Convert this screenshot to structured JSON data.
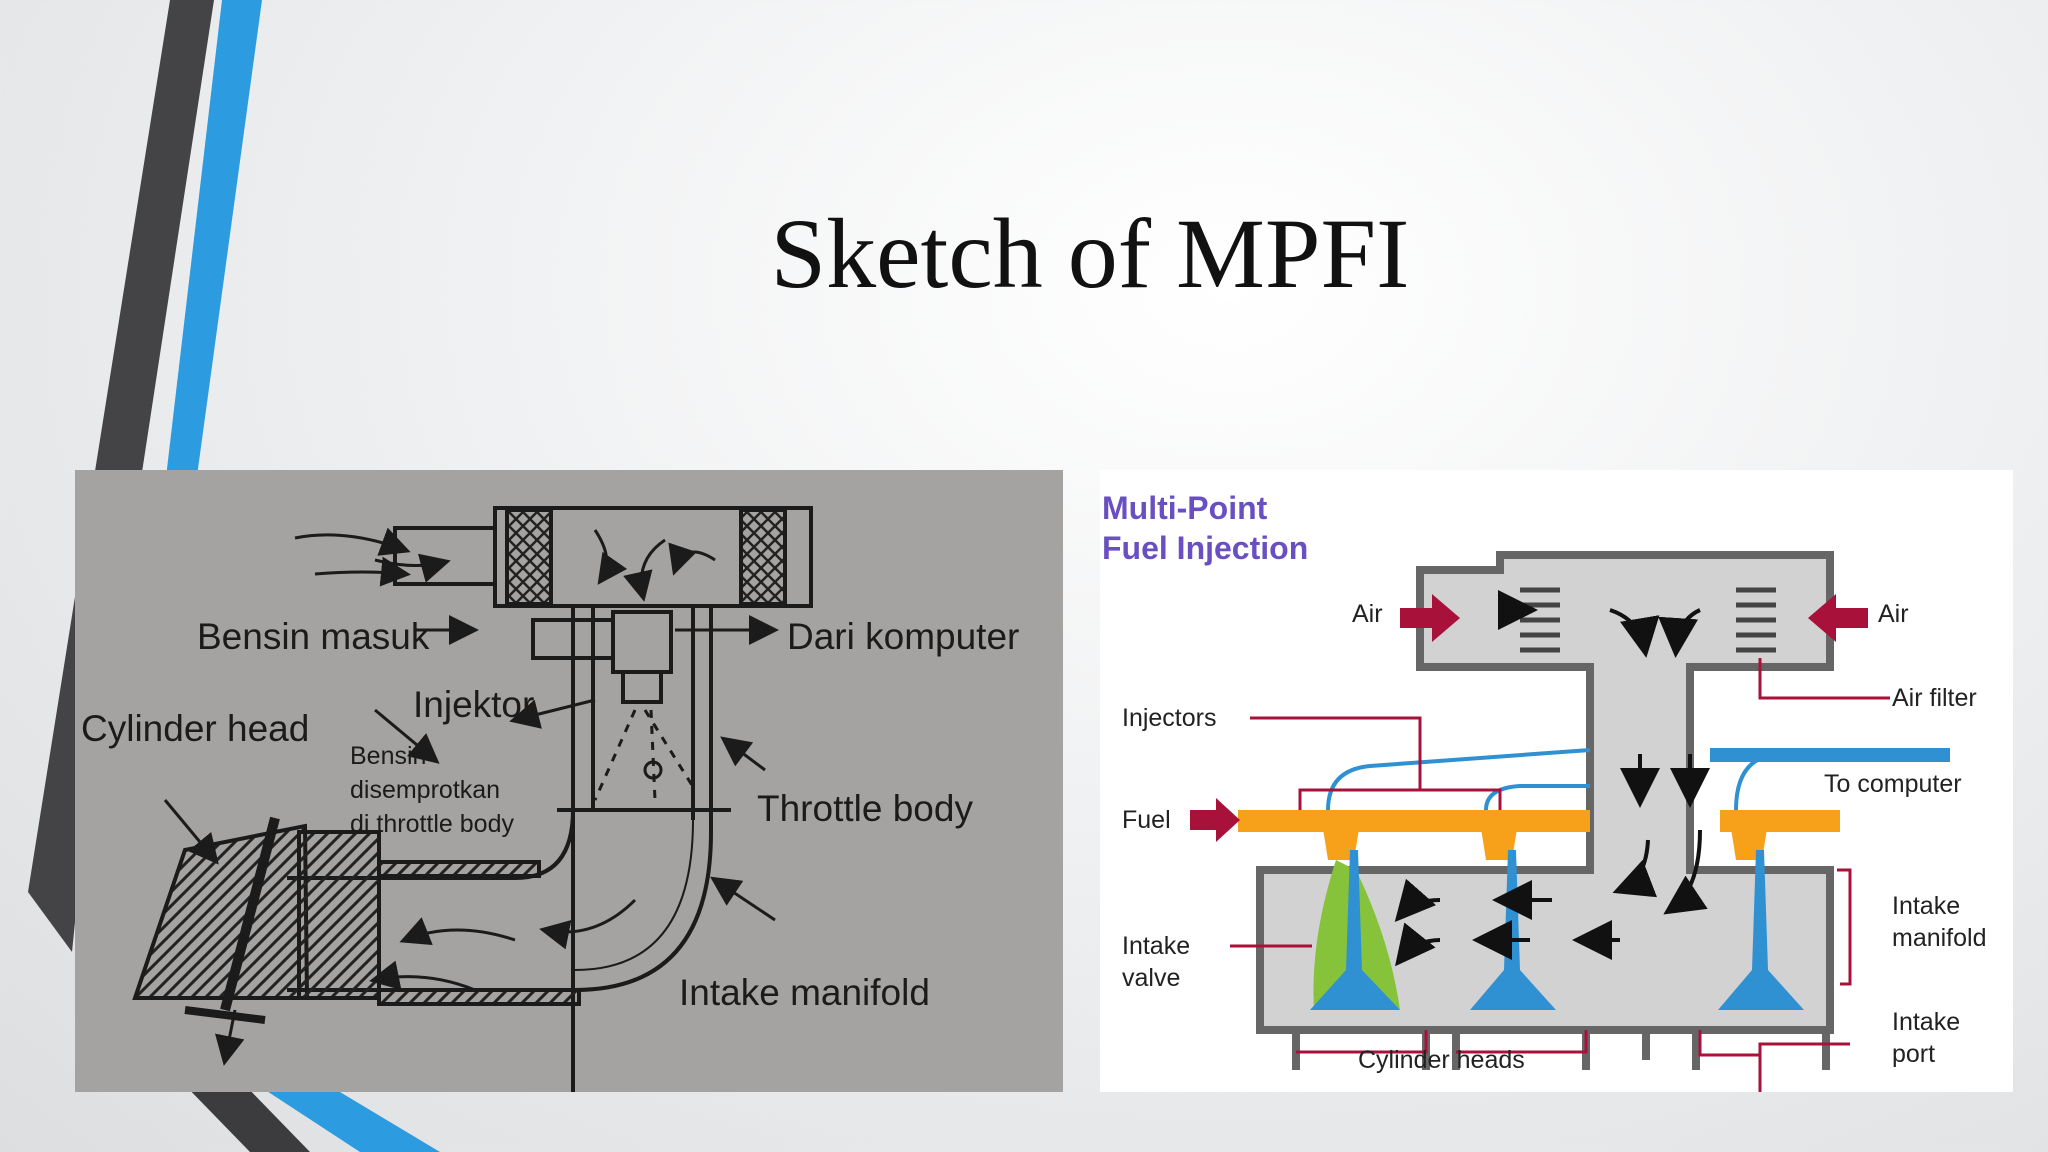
{
  "slide": {
    "title": "Sketch of MPFI"
  },
  "left_diagram": {
    "labels": {
      "bensin_masuk": "Bensin masuk",
      "dari_komputer": "Dari komputer",
      "injektor": "Injektor",
      "cylinder_head": "Cylinder head",
      "bensin_note_1": "Bensin",
      "bensin_note_2": "disemprotkan",
      "bensin_note_3": "di throttle body",
      "throttle_body": "Throttle body",
      "intake_manifold": "Intake manifold"
    }
  },
  "right_diagram": {
    "title_line1": "Multi-Point",
    "title_line2": "Fuel Injection",
    "labels": {
      "air_left": "Air",
      "air_right": "Air",
      "air_filter": "Air filter",
      "injectors": "Injectors",
      "to_computer": "To computer",
      "fuel": "Fuel",
      "intake_valve_1": "Intake",
      "intake_valve_2": "valve",
      "intake_manifold_1": "Intake",
      "intake_manifold_2": "manifold",
      "intake_port_1": "Intake",
      "intake_port_2": "port",
      "cylinder_heads": "Cylinder heads"
    }
  },
  "colors": {
    "accent_blue": "#2c9be0",
    "accent_dark": "#444446",
    "fuel_orange": "#f7a11a",
    "arrow_red": "#a8123a",
    "injector_blue": "#2f90d2",
    "fuel_green": "#86c33a",
    "title_purple": "#6a4fc2"
  }
}
